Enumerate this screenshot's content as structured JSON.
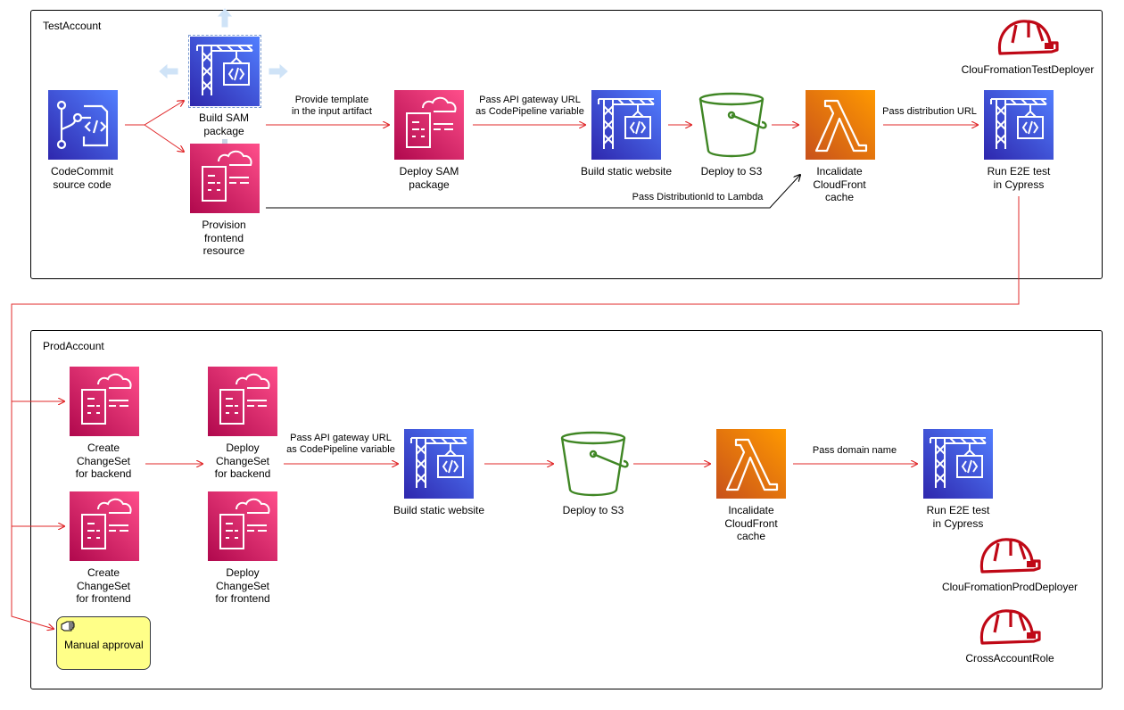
{
  "accounts": {
    "test": "TestAccount",
    "prod": "ProdAccount"
  },
  "test_nodes": {
    "codecommit": "CodeCommit\nsource code",
    "build_sam": "Build SAM\npackage",
    "provision": "Provision\nfrontend\nresource",
    "deploy_sam": "Deploy SAM\npackage",
    "build_static": "Build static website",
    "deploy_s3": "Deploy to S3",
    "invalidate": "Incalidate\nCloudFront\ncache",
    "e2e": "Run E2E test\nin Cypress"
  },
  "test_edges": {
    "provide_template": "Provide template\nin the input artifact",
    "pass_api": "Pass API gateway URL\nas CodePipeline variable",
    "pass_distribution": "Pass distribution URL",
    "pass_distribution_id": "Pass DistributionId to Lambda"
  },
  "prod_nodes": {
    "create_backend": "Create\nChangeSet\nfor backend",
    "deploy_backend": "Deploy\nChangeSet\nfor backend",
    "create_frontend": "Create\nChangeSet\nfor frontend",
    "deploy_frontend": "Deploy\nChangeSet\nfor frontend",
    "build_static": "Build static website",
    "deploy_s3": "Deploy to S3",
    "invalidate": "Incalidate\nCloudFront\ncache",
    "e2e": "Run E2E test\nin Cypress"
  },
  "prod_edges": {
    "pass_api": "Pass API gateway URL\nas CodePipeline variable",
    "pass_domain": "Pass domain name"
  },
  "roles": {
    "test_deployer": "ClouFromationTestDeployer",
    "prod_deployer": "ClouFromationProdDeployer",
    "cross_account": "CrossAccountRole"
  },
  "note": {
    "text": "Manual approval"
  },
  "colors": {
    "edge": "#E0282A",
    "role": "#BF0816",
    "bucket": "#3F8624",
    "note_fill": "#FFFF88"
  },
  "icons": {
    "codecommit": "codecommit-icon",
    "codebuild": "codebuild-icon",
    "cloudformation": "cloudformation-icon",
    "s3": "s3-bucket-icon",
    "lambda": "lambda-icon",
    "role": "iam-role-helmet-icon"
  }
}
